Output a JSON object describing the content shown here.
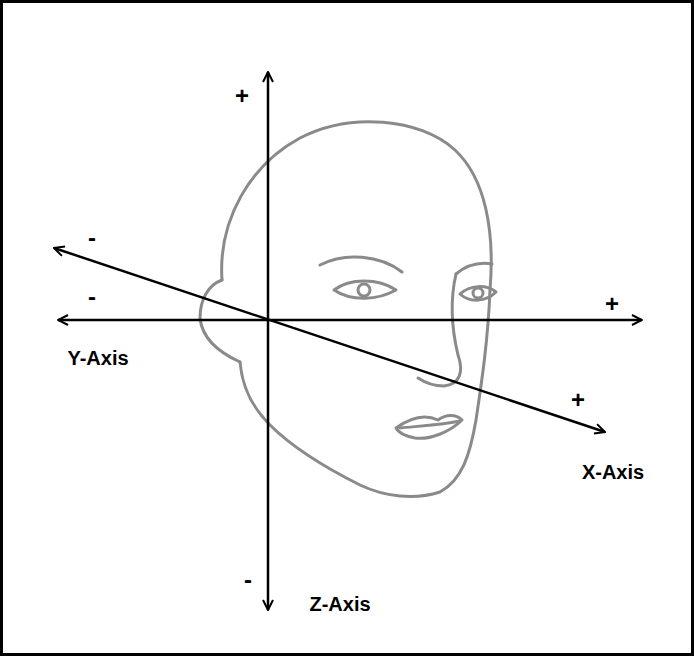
{
  "diagram": {
    "labels": [
      "+",
      "-",
      "-",
      "+",
      "Y-Axis",
      "+",
      "X-Axis",
      "-",
      "Z-Axis"
    ]
  }
}
